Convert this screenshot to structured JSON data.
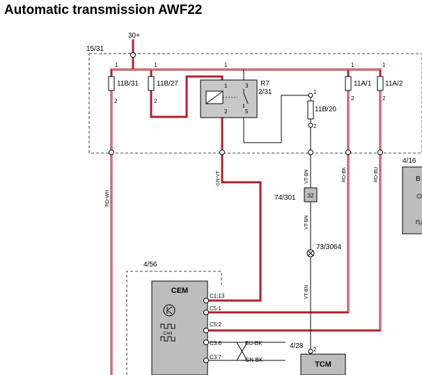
{
  "title": "Automatic transmission AWF22",
  "supply": "30+",
  "ref_box": "15/31",
  "fuse_11b31": "11B/31",
  "fuse_11b27": "11B/27",
  "fuse_11b20": "11B/20",
  "fuse_11a1": "11A/1",
  "fuse_11a2": "11A/2",
  "relay_name": "R7",
  "relay_ref": "2/31",
  "ref_416": "4/16",
  "ref_456": "4/56",
  "ref_428": "4/28",
  "ref_74301": "74/301",
  "ref_733064": "73/3064",
  "conn_32": "32",
  "pin_1": "1",
  "pin_2": "2",
  "pin_3": "3",
  "pin_5": "5",
  "wire_rdwh": "RD-WH",
  "wire_gnvt": "GN-VT",
  "wire_vtbn": "VT-BN",
  "wire_rdbk": "RD-BK",
  "wire_rdbu": "RD-BU",
  "wire_bubk": "BU-BK",
  "wire_gnbk": "GN-BK",
  "cem_label": "CEM",
  "can_label": "CAN",
  "tcm_label": "TCM",
  "b_label": "B",
  "c113": "C1:13",
  "c51": "C5:1",
  "c52": "C5:2",
  "c36": "C3:6",
  "c37": "C3:7",
  "colors": {
    "power_wire": "#b01e2e",
    "signal_wire": "#000000",
    "module_fill": "#bdbdbd",
    "relay_fill": "#c8c8c8"
  }
}
